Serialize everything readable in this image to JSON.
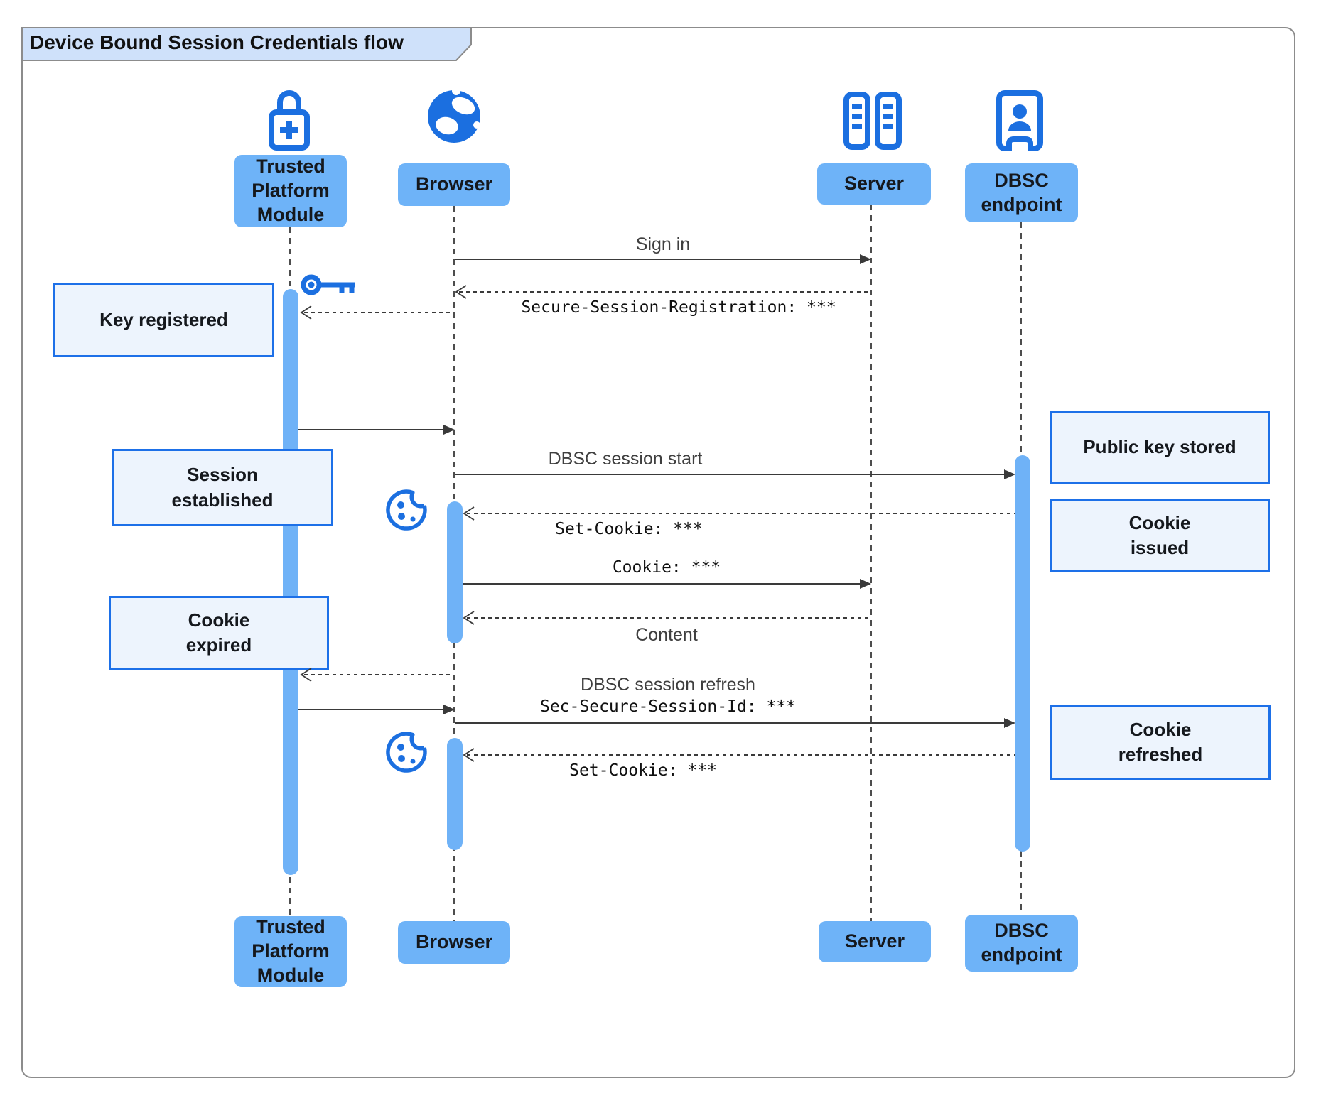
{
  "title": "Device Bound Session Credentials flow",
  "actors": {
    "tpm": {
      "label": "Trusted\nPlatform\nModule",
      "icon": "lock-plus-icon"
    },
    "browser": {
      "label": "Browser",
      "icon": "globe-icon"
    },
    "server": {
      "label": "Server",
      "icon": "server-rack-icon"
    },
    "dbsc": {
      "label": "DBSC\nendpoint",
      "icon": "person-door-icon"
    }
  },
  "messages": {
    "sign_in": "Sign in",
    "secure_session_registration": "Secure-Session-Registration: ***",
    "dbsc_session_start": "DBSC session start",
    "set_cookie_1": "Set-Cookie: ***",
    "cookie": "Cookie: ***",
    "content": "Content",
    "dbsc_session_refresh": "DBSC session refresh",
    "sec_secure_session_id": "Sec-Secure-Session-Id: ***",
    "set_cookie_2": "Set-Cookie: ***"
  },
  "notes": {
    "key_registered": "Key registered",
    "session_established": "Session\nestablished",
    "cookie_expired": "Cookie\nexpired",
    "public_key_stored": "Public key stored",
    "cookie_issued": "Cookie\nissued",
    "cookie_refreshed": "Cookie\nrefreshed"
  },
  "decorations": {
    "key": "key-icon",
    "cookie_1": "cookie-icon",
    "cookie_2": "cookie-icon"
  },
  "colors": {
    "actor_fill": "#6eb3f8",
    "activation_fill": "#6fb2f7",
    "icon_blue": "#1b6fe0",
    "note_fill": "#edf4fd",
    "note_border": "#1d70e8",
    "title_fill": "#cfe1fa",
    "frame_border": "#8c8c8c",
    "line_color": "#3a3a3a"
  }
}
